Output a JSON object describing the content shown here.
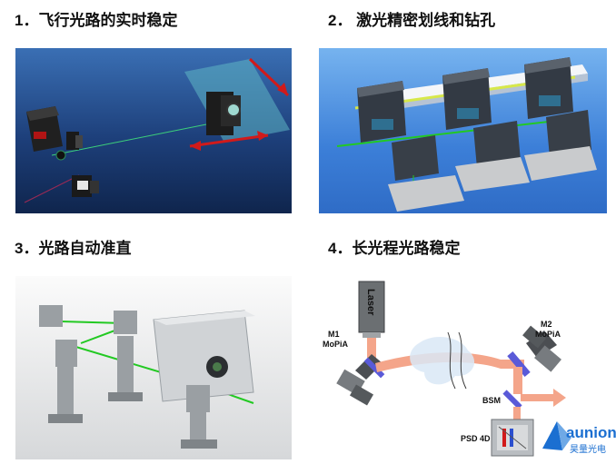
{
  "headings": {
    "h1": "1．飞行光路的实时稳定",
    "h2": "2．  激光精密划线和钻孔",
    "h3": "3．光路自动准直",
    "h4": "4．长光程光路稳定"
  },
  "panel4": {
    "laser": "Laser",
    "m1_line1": "M1",
    "m1_line2": "MoPiA",
    "m2_line1": "M2",
    "m2_line2": "MoPiA",
    "bsm": "BSM",
    "psd": "PSD 4D"
  },
  "logo": {
    "name": "aunion",
    "cn": "昊量光电"
  },
  "colors": {
    "beam": "#f4a58a",
    "green_beam": "#22c922",
    "panel1_bg": "#1d3f7a",
    "panel2_bg": "#3c7fd8",
    "logo_blue": "#1b6fd1"
  }
}
